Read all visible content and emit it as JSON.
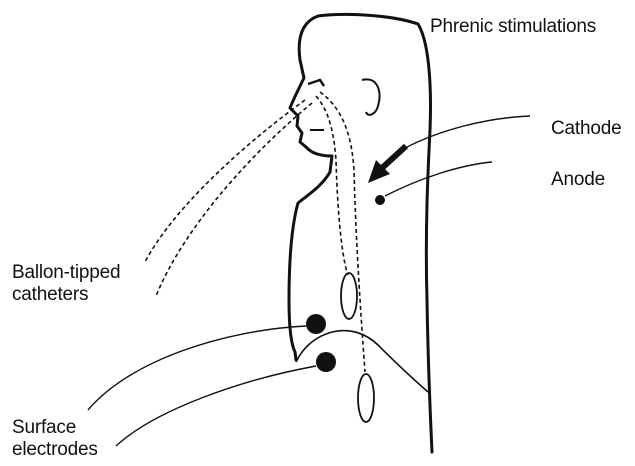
{
  "labels": {
    "phrenic": "Phrenic stimulations",
    "cathode": "Cathode",
    "anode": "Anode",
    "ballon_line1": "Ballon-tipped",
    "ballon_line2": "catheters",
    "surface_line1": "Surface",
    "surface_line2": "electrodes"
  },
  "colors": {
    "ink": "#111111",
    "background": "#ffffff"
  }
}
